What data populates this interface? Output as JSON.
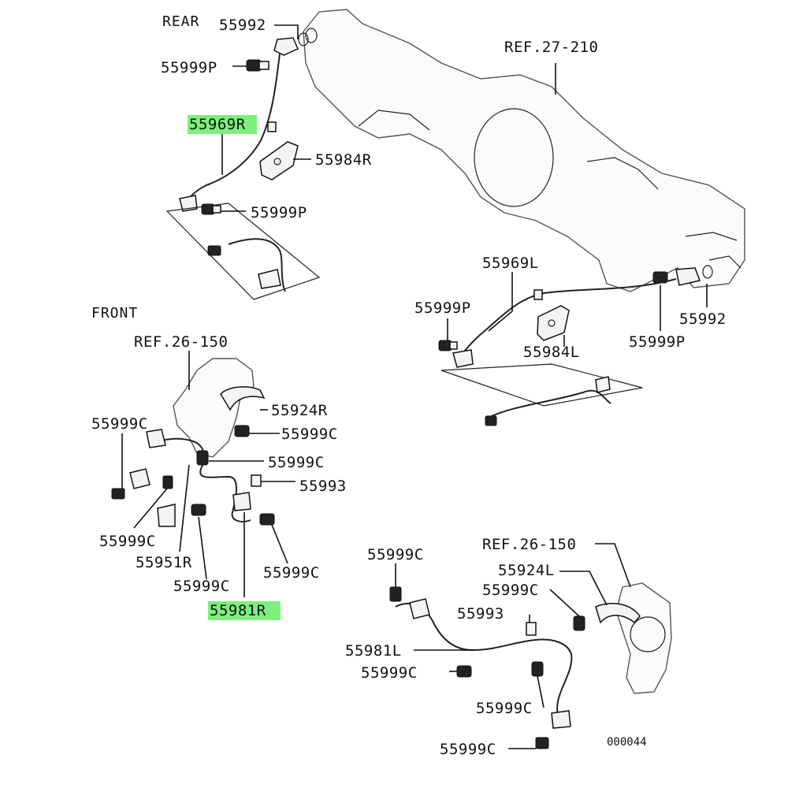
{
  "sections": {
    "rear": "REAR",
    "front": "FRONT"
  },
  "highlight_color": "#7CF07C",
  "labels": {
    "r_55992": "55992",
    "r_55999p_top": "55999P",
    "r_55969r": "55969R",
    "r_55984r": "55984R",
    "r_55999p_mid": "55999P",
    "ref_27_210": "REF.27-210",
    "r_55969l": "55969L",
    "r_55999p_left": "55999P",
    "r_55992_right": "55992",
    "r_55984l": "55984L",
    "r_55999p_right": "55999P",
    "ref_26_150_left": "REF.26-150",
    "f_55924r": "55924R",
    "f_55999c_a": "55999C",
    "f_55999c_b": "55999C",
    "f_55999c_c": "55999C",
    "f_55993_r": "55993",
    "f_55999c_d": "55999C",
    "f_55951r": "55951R",
    "f_55999c_e": "55999C",
    "f_55999c_f": "55999C",
    "f_55981r": "55981R",
    "ref_26_150_right": "REF.26-150",
    "f_55999c_g": "55999C",
    "f_55924l": "55924L",
    "f_55999c_h": "55999C",
    "f_55993_l": "55993",
    "f_55981l": "55981L",
    "f_55999c_i": "55999C",
    "f_55999c_j": "55999C",
    "f_55999c_k": "55999C",
    "diagram_code": "000044"
  }
}
